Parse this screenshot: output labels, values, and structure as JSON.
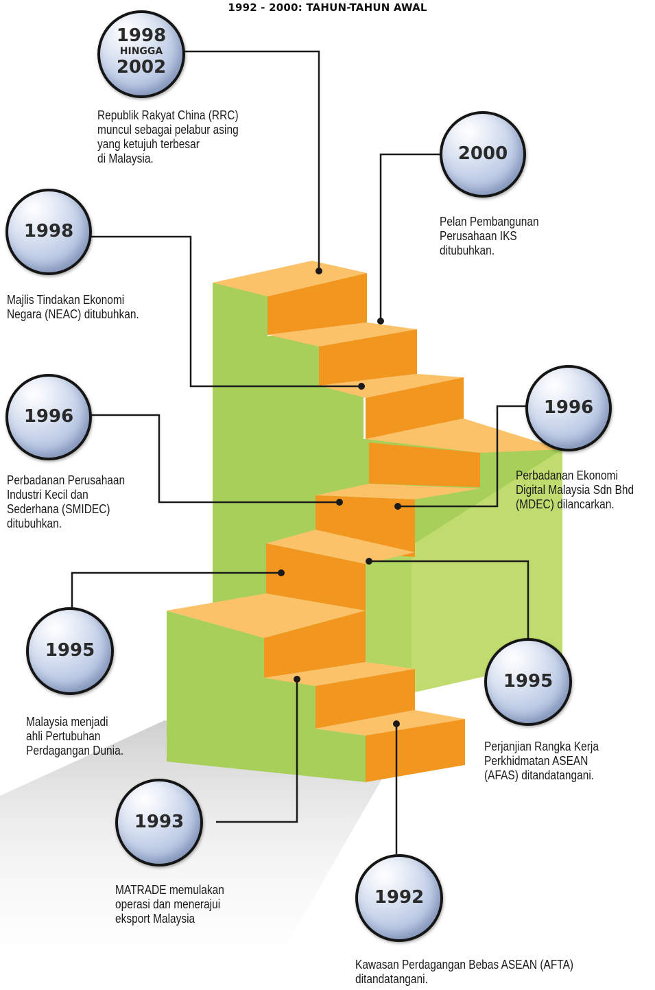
{
  "title": "1992 - 2000: TAHUN-TAHUN AWAL",
  "colors": {
    "tread": "#fcc26a",
    "riser": "#f1961f",
    "side_front": "#a8cf59",
    "side_back": "#c0dc6e",
    "badge": "#b9c8e4",
    "connector": "#1a1a1a"
  },
  "milestones": [
    {
      "year_top": "1998",
      "year_mid": "HINGGA",
      "year_bottom": "2002",
      "text": "Republik Rakyat China (RRC)\nmuncul sebagai pelabur asing\nyang ketujuh terbesar\ndi Malaysia."
    },
    {
      "year": "2000",
      "text": "Pelan Pembangunan\nPerusahaan IKS\nditubuhkan."
    },
    {
      "year": "1998",
      "text": "Majlis Tindakan Ekonomi\nNegara (NEAC) ditubuhkan."
    },
    {
      "year": "1996",
      "text": "Perbadanan Perusahaan\nIndustri Kecil dan\nSederhana (SMIDEC)\nditubuhkan."
    },
    {
      "year": "1996",
      "text": "Perbadanan Ekonomi\nDigital Malaysia Sdn Bhd\n(MDEC) dilancarkan."
    },
    {
      "year": "1995",
      "text": "Malaysia menjadi\nahli Pertubuhan\nPerdagangan Dunia."
    },
    {
      "year": "1995",
      "text": "Perjanjian Rangka Kerja\nPerkhidmatan ASEAN\n(AFAS) ditandatangani."
    },
    {
      "year": "1993",
      "text": "MATRADE memulakan\noperasi dan menerajui\neksport Malaysia"
    },
    {
      "year": "1992",
      "text": "Kawasan Perdagangan Bebas ASEAN (AFTA)\nditandatangani."
    }
  ]
}
